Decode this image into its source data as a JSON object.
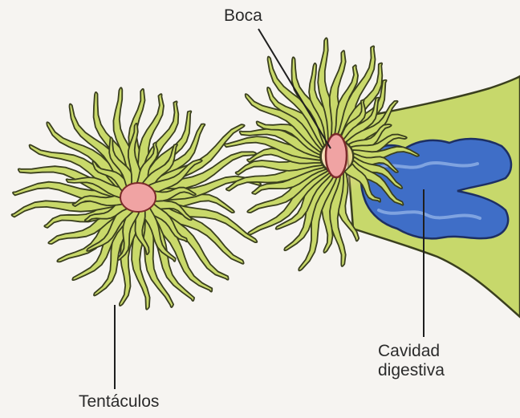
{
  "labels": {
    "mouth": "Boca",
    "digestive_cavity_line1": "Cavidad",
    "digestive_cavity_line2": "digestiva",
    "tentacles": "Tentáculos"
  },
  "colors": {
    "background": "#f6f4f1",
    "tentacle_fill": "#c9d96a",
    "tentacle_stroke": "#3a3f1e",
    "mouth_fill": "#f0a3a3",
    "mouth_glow": "#f7d8a0",
    "body_fill": "#c7d86b",
    "cavity_fill": "#3f6ec7",
    "cavity_light": "#7fa3e0",
    "leader_line": "#1f1f1f"
  }
}
